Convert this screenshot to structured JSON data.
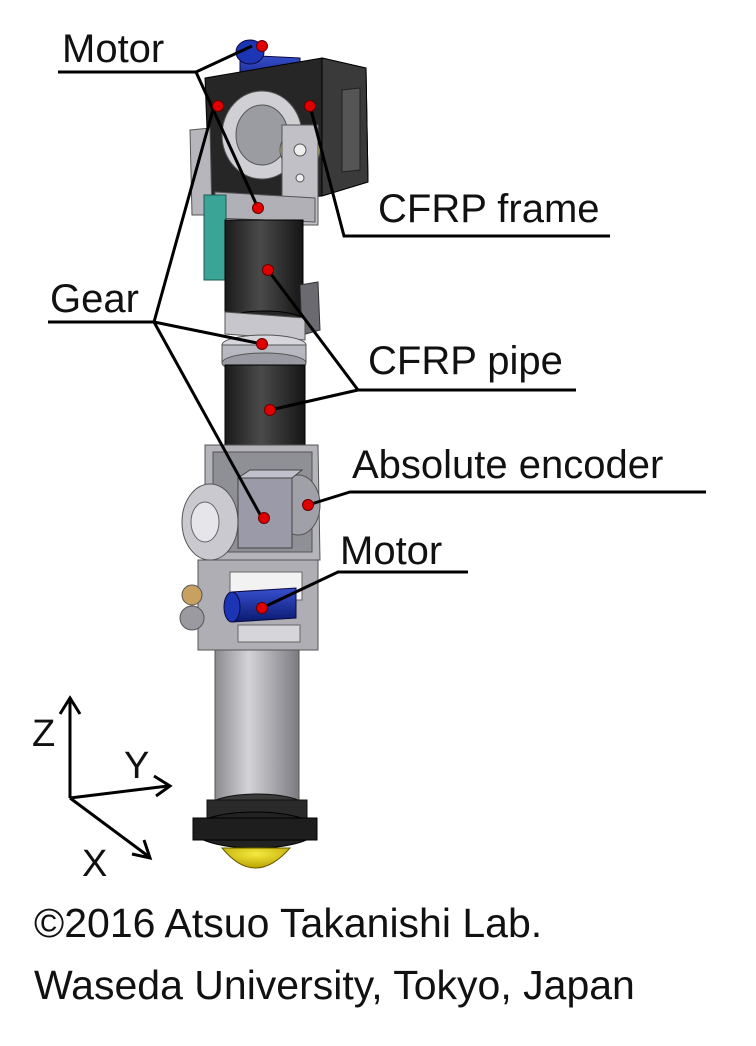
{
  "labels": {
    "motor_top": "Motor",
    "cfrp_frame": "CFRP frame",
    "gear": "Gear",
    "cfrp_pipe": "CFRP pipe",
    "absolute_encoder": "Absolute encoder",
    "motor_bottom": "Motor"
  },
  "axes": {
    "z": "Z",
    "y": "Y",
    "x": "X"
  },
  "caption": {
    "line1": "©2016 Atsuo Takanishi Lab.",
    "line2": "Waseda University, Tokyo, Japan"
  },
  "colors": {
    "marker": "#e00000",
    "motor": "#1030a0",
    "carbon": "#2b2b2b",
    "aluminum": "#a9a9b0",
    "encoder": "#9a9aa8",
    "sole": "#d8c400"
  }
}
